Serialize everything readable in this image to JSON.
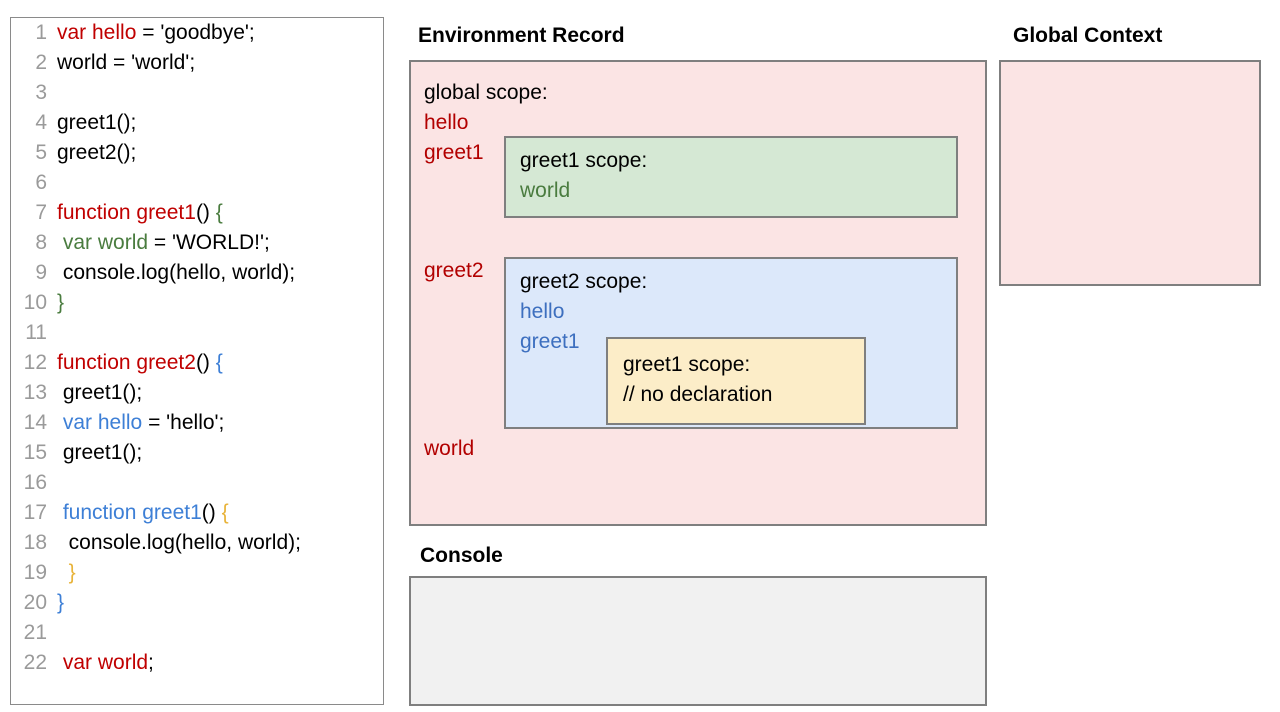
{
  "code_panel": {
    "name": "javascript-source-code",
    "lines": [
      {
        "n": "1",
        "tokens": [
          {
            "t": "var hello",
            "c": "red"
          },
          {
            "t": " = 'goodbye';",
            "c": "black"
          }
        ]
      },
      {
        "n": "2",
        "tokens": [
          {
            "t": "world = 'world';",
            "c": "black"
          }
        ]
      },
      {
        "n": "3",
        "tokens": [
          {
            "t": "",
            "c": "black"
          }
        ]
      },
      {
        "n": "4",
        "tokens": [
          {
            "t": "greet1();",
            "c": "black"
          }
        ]
      },
      {
        "n": "5",
        "tokens": [
          {
            "t": "greet2();",
            "c": "black"
          }
        ]
      },
      {
        "n": "6",
        "tokens": [
          {
            "t": "",
            "c": "black"
          }
        ]
      },
      {
        "n": "7",
        "tokens": [
          {
            "t": "function greet1",
            "c": "red"
          },
          {
            "t": "() ",
            "c": "black"
          },
          {
            "t": "{",
            "c": "green"
          }
        ]
      },
      {
        "n": "8",
        "tokens": [
          {
            "t": " ",
            "c": "black"
          },
          {
            "t": "var world",
            "c": "green"
          },
          {
            "t": " = 'WORLD!';",
            "c": "black"
          }
        ]
      },
      {
        "n": "9",
        "tokens": [
          {
            "t": " console.log(hello, world);",
            "c": "black"
          }
        ]
      },
      {
        "n": "10",
        "tokens": [
          {
            "t": "}",
            "c": "green"
          }
        ]
      },
      {
        "n": "11",
        "tokens": [
          {
            "t": "",
            "c": "black"
          }
        ]
      },
      {
        "n": "12",
        "tokens": [
          {
            "t": "function greet2",
            "c": "red"
          },
          {
            "t": "() ",
            "c": "black"
          },
          {
            "t": "{",
            "c": "blue"
          }
        ]
      },
      {
        "n": "13",
        "tokens": [
          {
            "t": " greet1();",
            "c": "black"
          }
        ]
      },
      {
        "n": "14",
        "tokens": [
          {
            "t": " ",
            "c": "black"
          },
          {
            "t": "var hello",
            "c": "blue"
          },
          {
            "t": " = 'hello';",
            "c": "black"
          }
        ]
      },
      {
        "n": "15",
        "tokens": [
          {
            "t": " greet1();",
            "c": "black"
          }
        ]
      },
      {
        "n": "16",
        "tokens": [
          {
            "t": "",
            "c": "black"
          }
        ]
      },
      {
        "n": "17",
        "tokens": [
          {
            "t": " ",
            "c": "black"
          },
          {
            "t": "function greet1",
            "c": "blue"
          },
          {
            "t": "() ",
            "c": "black"
          },
          {
            "t": "{",
            "c": "orange"
          }
        ]
      },
      {
        "n": "18",
        "tokens": [
          {
            "t": "  console.log(hello, world);",
            "c": "black"
          }
        ]
      },
      {
        "n": "19",
        "tokens": [
          {
            "t": "  ",
            "c": "black"
          },
          {
            "t": "}",
            "c": "orange"
          }
        ]
      },
      {
        "n": "20",
        "tokens": [
          {
            "t": "}",
            "c": "blue"
          }
        ]
      },
      {
        "n": "21",
        "tokens": [
          {
            "t": "",
            "c": "black"
          }
        ]
      },
      {
        "n": "22",
        "tokens": [
          {
            "t": " ",
            "c": "black"
          },
          {
            "t": "var world",
            "c": "red"
          },
          {
            "t": ";",
            "c": "black"
          }
        ]
      }
    ]
  },
  "environment_record": {
    "heading": "Environment Record",
    "global_scope_label": "global scope:",
    "vars": {
      "hello": "hello",
      "greet1": "greet1",
      "greet2": "greet2",
      "world": "world"
    },
    "greet1_scope": {
      "title": "greet1 scope:",
      "var_world": "world"
    },
    "greet2_scope": {
      "title": "greet2 scope:",
      "var_hello": "hello",
      "var_greet1": "greet1",
      "inner_greet1_scope": {
        "title": "greet1 scope:",
        "note": "// no declaration"
      }
    }
  },
  "global_context": {
    "heading": "Global Context",
    "content": ""
  },
  "console": {
    "heading": "Console",
    "content": ""
  },
  "colors": {
    "pink_scope_bg": "#fbe4e4",
    "green_scope_bg": "#d5e8d4",
    "blue_scope_bg": "#dce8fa",
    "yellow_scope_bg": "#fcedc8",
    "console_bg": "#f1f1f1",
    "box_border": "#7f7f7f",
    "token_red": "#c00000",
    "token_green": "#4a7c3f",
    "token_blue": "#3d7fd6",
    "token_orange": "#e8b33a",
    "line_number": "#9a9a9a"
  }
}
